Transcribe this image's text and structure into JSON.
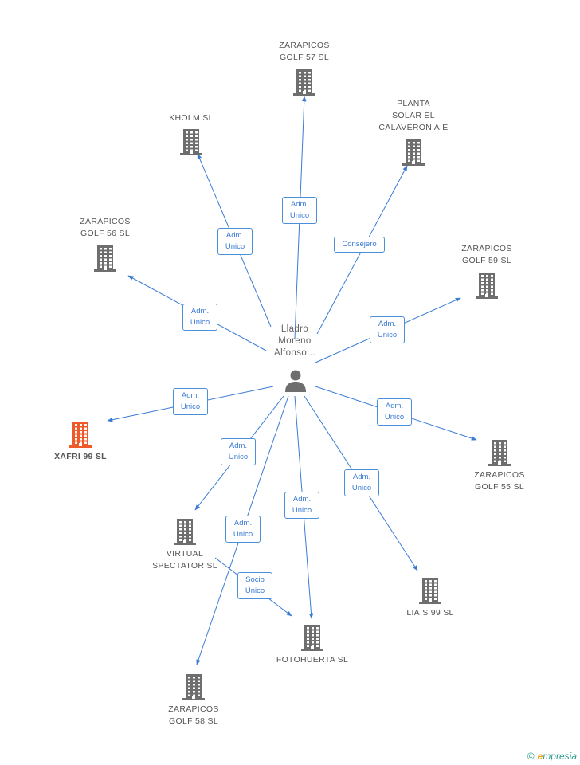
{
  "center": {
    "label": "Lladro\nMoreno\nAlfonso..."
  },
  "nodes": [
    {
      "id": "zarapicos57",
      "label": "ZARAPICOS\nGOLF 57 SL",
      "color": "#6e6e6e",
      "highlight": false
    },
    {
      "id": "kholm",
      "label": "KHOLM  SL",
      "color": "#6e6e6e",
      "highlight": false
    },
    {
      "id": "planta",
      "label": "PLANTA\nSOLAR EL\nCALAVERON AIE",
      "color": "#6e6e6e",
      "highlight": false
    },
    {
      "id": "zarapicos56",
      "label": "ZARAPICOS\nGOLF 56 SL",
      "color": "#6e6e6e",
      "highlight": false
    },
    {
      "id": "zarapicos59",
      "label": "ZARAPICOS\nGOLF 59 SL",
      "color": "#6e6e6e",
      "highlight": false
    },
    {
      "id": "xafri",
      "label": "XAFRI 99 SL",
      "color": "#f05a28",
      "highlight": true
    },
    {
      "id": "zarapicos55",
      "label": "ZARAPICOS\nGOLF 55 SL",
      "color": "#6e6e6e",
      "highlight": false
    },
    {
      "id": "virtual",
      "label": "VIRTUAL\nSPECTATOR SL",
      "color": "#6e6e6e",
      "highlight": false
    },
    {
      "id": "liais",
      "label": "LIAIS 99 SL",
      "color": "#6e6e6e",
      "highlight": false
    },
    {
      "id": "fotohuerta",
      "label": "FOTOHUERTA SL",
      "color": "#6e6e6e",
      "highlight": false
    },
    {
      "id": "zarapicos58",
      "label": "ZARAPICOS\nGOLF 58 SL",
      "color": "#6e6e6e",
      "highlight": false
    }
  ],
  "edges": [
    {
      "to": "zarapicos57",
      "label": "Adm.\nUnico"
    },
    {
      "to": "kholm",
      "label": "Adm.\nUnico"
    },
    {
      "to": "planta",
      "label": "Consejero"
    },
    {
      "to": "zarapicos56",
      "label": "Adm.\nUnico"
    },
    {
      "to": "zarapicos59",
      "label": "Adm.\nUnico"
    },
    {
      "to": "xafri",
      "label": "Adm.\nUnico"
    },
    {
      "to": "zarapicos55",
      "label": "Adm.\nUnico"
    },
    {
      "to": "virtual",
      "label": "Adm.\nUnico"
    },
    {
      "to": "liais",
      "label": "Adm.\nUnico"
    },
    {
      "to": "fotohuerta",
      "label": "Adm.\nUnico"
    },
    {
      "to": "zarapicos58",
      "label": "Adm.\nUnico"
    },
    {
      "from": "virtual",
      "to": "fotohuerta",
      "label": "Socio\nÚnico"
    }
  ],
  "footer": {
    "copyright": "©",
    "brand_e": "e",
    "brand_rest": "mpresia"
  },
  "colors": {
    "edge": "#3a7bd5",
    "building": "#6e6e6e",
    "highlight": "#f05a28",
    "person": "#6e6e6e"
  },
  "icons": {
    "company": "building-icon",
    "person": "person-icon"
  }
}
